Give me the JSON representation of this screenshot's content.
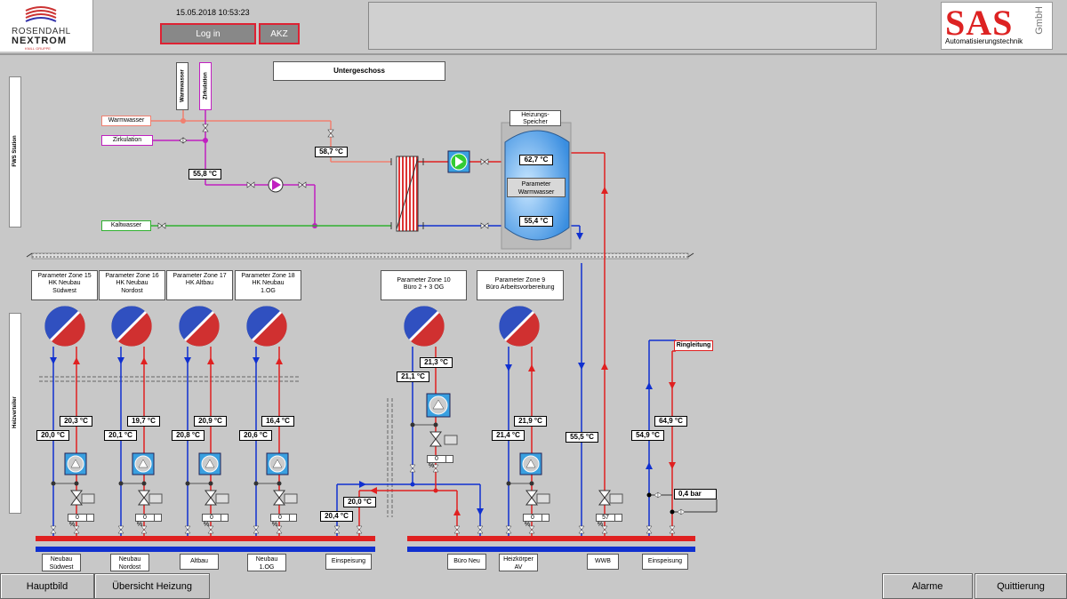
{
  "header": {
    "logo_line1": "ROSENDAHL",
    "logo_line2": "NEXTROM",
    "logo_line3": "KNILL GRUPPE",
    "datetime": "15.05.2018 10:53:23",
    "login_label": "Log in",
    "akz_label": "AKZ",
    "sas_main": "SAS",
    "sas_gmbh": "GmbH",
    "sas_sub": "Automatisierungstechnik"
  },
  "sidebar": {
    "fws": "FWS Station",
    "heiz": "Heizverteiler"
  },
  "upper": {
    "title": "Untergeschoss",
    "warmwasser_vertical": "Warmwasser",
    "zirkulation_vertical": "Zirkulation",
    "warmwasser_label": "Warmwasser",
    "zirkulation_label": "Zirkulation",
    "kaltwasser_label": "Kaltwasser",
    "temp_fws_return": "55,8  °C",
    "temp_fws_supply": "58,7  °C",
    "speicher_title": "Heizungs-Speicher",
    "speicher_param": "Parameter Warmwasser",
    "temp_speicher_top": "62,7  °C",
    "temp_speicher_bottom": "55,4  °C"
  },
  "zones": [
    {
      "param": "Parameter  Zone 15\nHK Neubau\nSüdwest",
      "t_supply": "20,3  °C",
      "t_return": "20,0  °C",
      "valve_pct": "0",
      "bottom": "Neubau\nSüdwest"
    },
    {
      "param": "Parameter  Zone 16\nHK Neubau\nNordost",
      "t_supply": "19,7  °C",
      "t_return": "20,1  °C",
      "valve_pct": "0",
      "bottom": "Neubau\nNordost"
    },
    {
      "param": "Parameter  Zone 17\nHK Altbau",
      "t_supply": "20,9  °C",
      "t_return": "20,8  °C",
      "valve_pct": "0",
      "bottom": "Altbau"
    },
    {
      "param": "Parameter  Zone 18\nHK Neubau\n1.OG",
      "t_supply": "16,4  °C",
      "t_return": "20,6  °C",
      "valve_pct": "0",
      "bottom": "Neubau\n1.OG"
    }
  ],
  "zone10": {
    "param": "Parameter  Zone 10\nBüro 2 + 3 OG",
    "t_supply": "21,3  °C",
    "t_return": "21,1  °C",
    "valve_pct": "0",
    "bottom": "Büro Neu"
  },
  "zone9": {
    "param": "Parameter  Zone 9\nBüro Arbeitsvorbereitung",
    "t_supply": "21,9  °C",
    "t_return": "21,4  °C",
    "valve_pct": "0",
    "bottom": "Heizkörper\nAV"
  },
  "einspeisung_left": {
    "t_supply": "20,0  °C",
    "t_return": "20,4  °C",
    "label": "Einspeisung"
  },
  "wwb": {
    "t_return": "55,5  °C",
    "valve_pct": "57",
    "label": "WWB"
  },
  "einspeisung_right": {
    "t_return": "54,9  °C",
    "t_supply": "64,9  °C",
    "pressure": "0,4    bar",
    "ringleitung": "Ringleitung",
    "label": "Einspeisung"
  },
  "pct_sign": "%",
  "footer": {
    "hauptbild": "Hauptbild",
    "uebersicht": "Übersicht Heizung",
    "alarme": "Alarme",
    "quittierung": "Quittierung"
  },
  "colors": {
    "supply": "#e02020",
    "return": "#1030d0",
    "circulation": "#c020c0",
    "cold": "#30b030",
    "warm_pipe": "#f08070"
  }
}
